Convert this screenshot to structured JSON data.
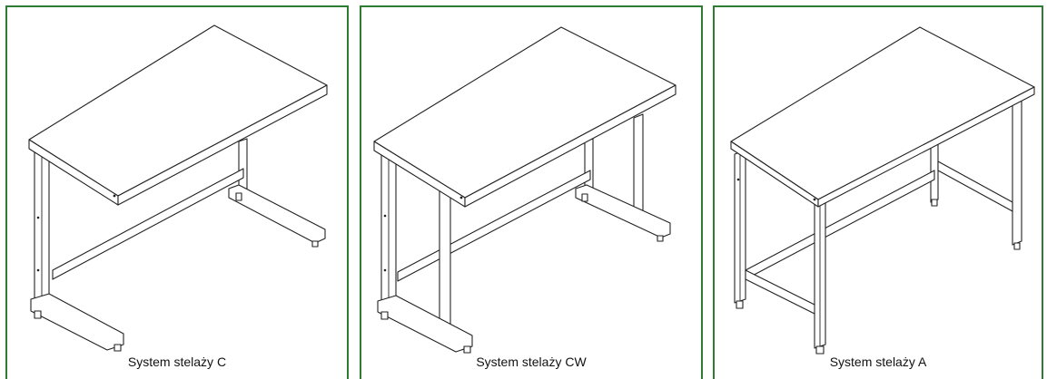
{
  "border_color": "#2e7d32",
  "panels": [
    {
      "caption": "System stelaży C"
    },
    {
      "caption": "System stelaży CW"
    },
    {
      "caption": "System stelaży A"
    }
  ]
}
